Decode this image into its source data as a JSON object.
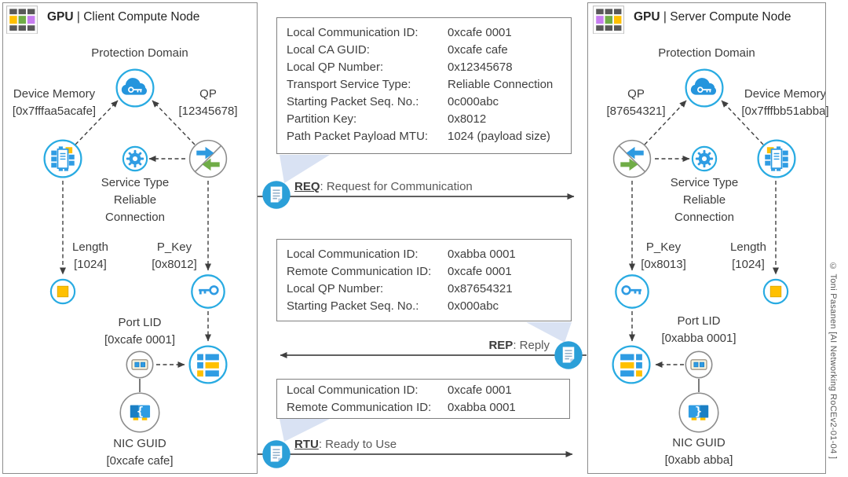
{
  "colors": {
    "accent_blue": "#2b9bdc",
    "icon_blue": "#2f9ce3",
    "circle_outline_blue": "#29abe2",
    "yellow": "#ffc000",
    "green": "#70ad47",
    "purple": "#c77df0",
    "wedge_blue": "#d9e2f3",
    "line_gray": "#3f3f3f"
  },
  "left_panel": {
    "title_product": "GPU",
    "title_name": "| Client Compute Node",
    "protection_domain_label": "Protection Domain",
    "device_memory_label": "Device Memory",
    "device_memory_value": "[0x7fffaa5acafe]",
    "qp_label": "QP",
    "qp_value": "[12345678]",
    "service_type_line1": "Service Type",
    "service_type_line2": "Reliable",
    "service_type_line3": "Connection",
    "length_label": "Length",
    "length_value": "[1024]",
    "pkey_label": "P_Key",
    "pkey_value": "[0x8012]",
    "port_lid_label": "Port LID",
    "port_lid_value": "[0xcafe 0001]",
    "nic_guid_label": "NIC GUID",
    "nic_guid_value": "[0xcafe cafe]"
  },
  "right_panel": {
    "title_product": "GPU",
    "title_name": "| Server Compute Node",
    "protection_domain_label": "Protection Domain",
    "qp_label": "QP",
    "qp_value": "[87654321]",
    "device_memory_label": "Device Memory",
    "device_memory_value": "[0x7fffbb51abba]",
    "service_type_line1": "Service Type",
    "service_type_line2": "Reliable",
    "service_type_line3": "Connection",
    "pkey_label": "P_Key",
    "pkey_value": "[0x8013]",
    "length_label": "Length",
    "length_value": "[1024]",
    "port_lid_label": "Port LID",
    "port_lid_value": "[0xabba 0001]",
    "nic_guid_label": "NIC GUID",
    "nic_guid_value": "[0xabb abba]"
  },
  "req_box": {
    "rows": [
      {
        "label": "Local Communication ID:",
        "value": "0xcafe 0001"
      },
      {
        "label": "Local CA GUID:",
        "value": "0xcafe cafe"
      },
      {
        "label": "Local QP Number:",
        "value": "0x12345678"
      },
      {
        "label": "Transport Service Type:",
        "value": "Reliable Connection"
      },
      {
        "label": "Starting Packet Seq. No.:",
        "value": "0c000abc"
      },
      {
        "label": "Partition Key:",
        "value": "0x8012"
      },
      {
        "label": "Path Packet Payload MTU:",
        "value": "1024 (payload size)"
      }
    ]
  },
  "rep_box": {
    "rows": [
      {
        "label": "Local Communication ID:",
        "value": "0xabba 0001"
      },
      {
        "label": "Remote Communication ID:",
        "value": "0xcafe 0001"
      },
      {
        "label": "Local QP Number:",
        "value": "0x87654321"
      },
      {
        "label": "Starting Packet Seq. No.:",
        "value": "0x000abc"
      }
    ]
  },
  "rtu_box": {
    "rows": [
      {
        "label": "Local Communication ID:",
        "value": "0xcafe 0001"
      },
      {
        "label": "Remote Communication ID:",
        "value": "0xabba 0001"
      }
    ]
  },
  "messages": {
    "req_code": "REQ",
    "req_text": ": Request for Communication",
    "rep_code": "REP",
    "rep_text": ": Reply",
    "rtu_code": "RTU",
    "rtu_text": ": Ready to Use"
  },
  "credit": "© Toni Pasanen [AI Networking RoCEv2-01-04 ]"
}
